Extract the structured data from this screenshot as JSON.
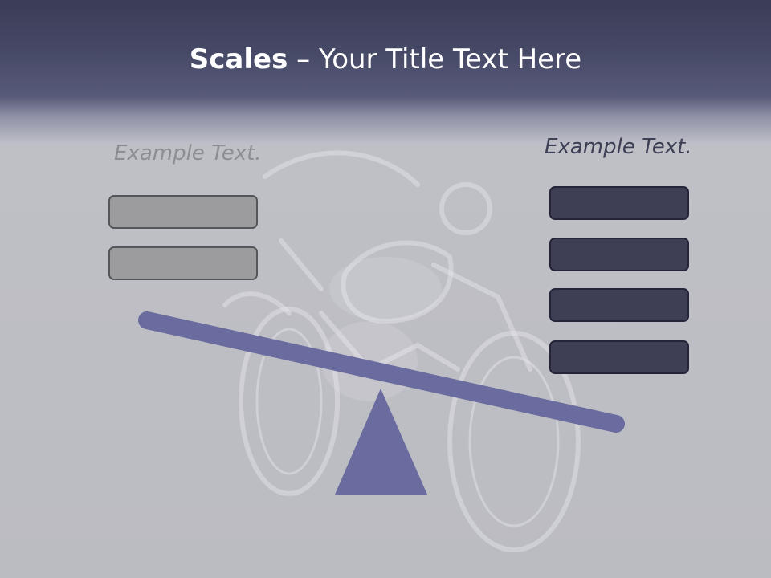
{
  "slide": {
    "title_bold": "Scales",
    "title_rest": " – Your Title Text Here"
  },
  "left_pan": {
    "label": "Example Text.",
    "box_count": 2
  },
  "right_pan": {
    "label": "Example Text.",
    "box_count": 4
  },
  "colors": {
    "header": "#454865",
    "beam": "#6a6b9e",
    "fulcrum": "#6a6b9e",
    "left_boxes": "#9c9c9e",
    "right_boxes": "#3e3f54"
  },
  "icons": {
    "background": "motorcycle-smoke-image",
    "balance": "balance-scale-icon"
  }
}
